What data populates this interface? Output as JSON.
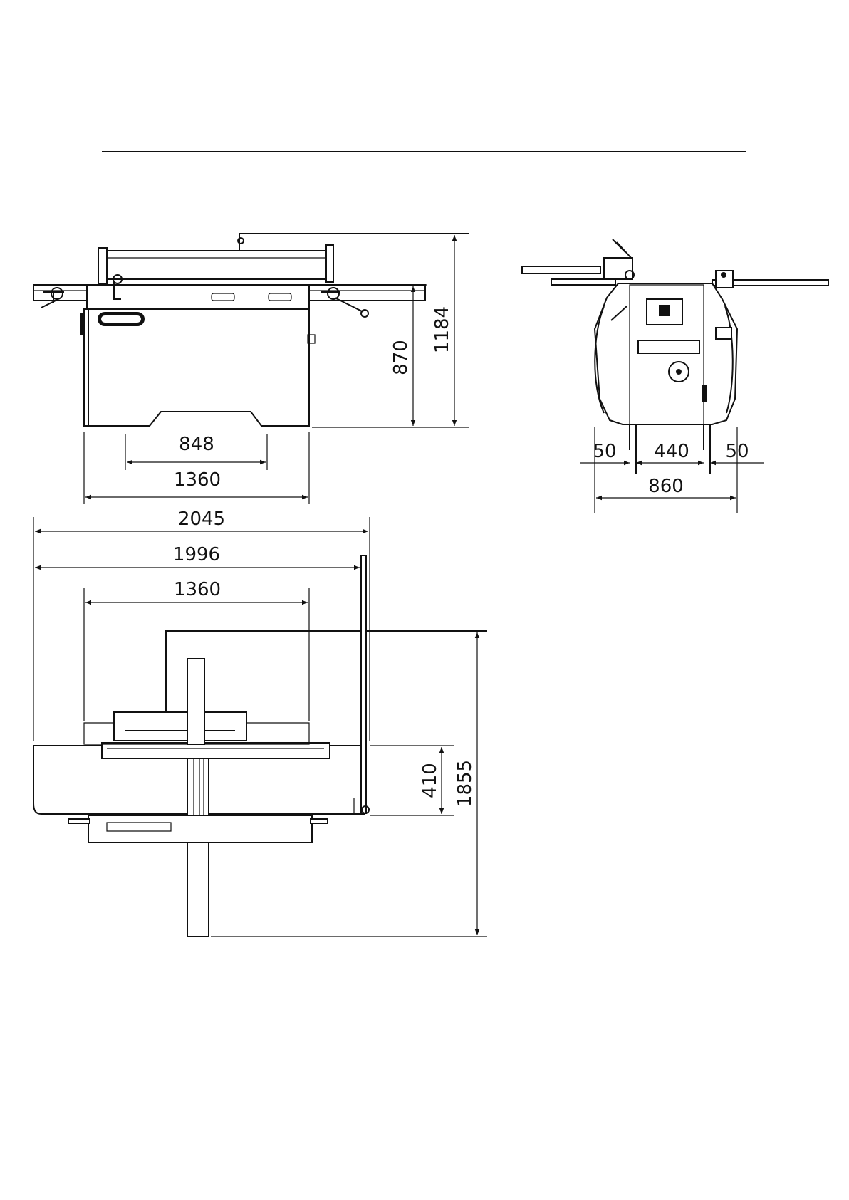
{
  "colors": {
    "ink": "#111111",
    "paper": "#ffffff"
  },
  "front_view": {
    "width_848": "848",
    "width_1360": "1360",
    "height_870": "870",
    "height_1184": "1184"
  },
  "side_view": {
    "left_offset": "50",
    "frame_width": "440",
    "right_offset": "50",
    "total_width": "860"
  },
  "top_view": {
    "length_2045": "2045",
    "length_1996": "1996",
    "length_1360": "1360",
    "depth_410": "410",
    "depth_1855": "1855"
  }
}
